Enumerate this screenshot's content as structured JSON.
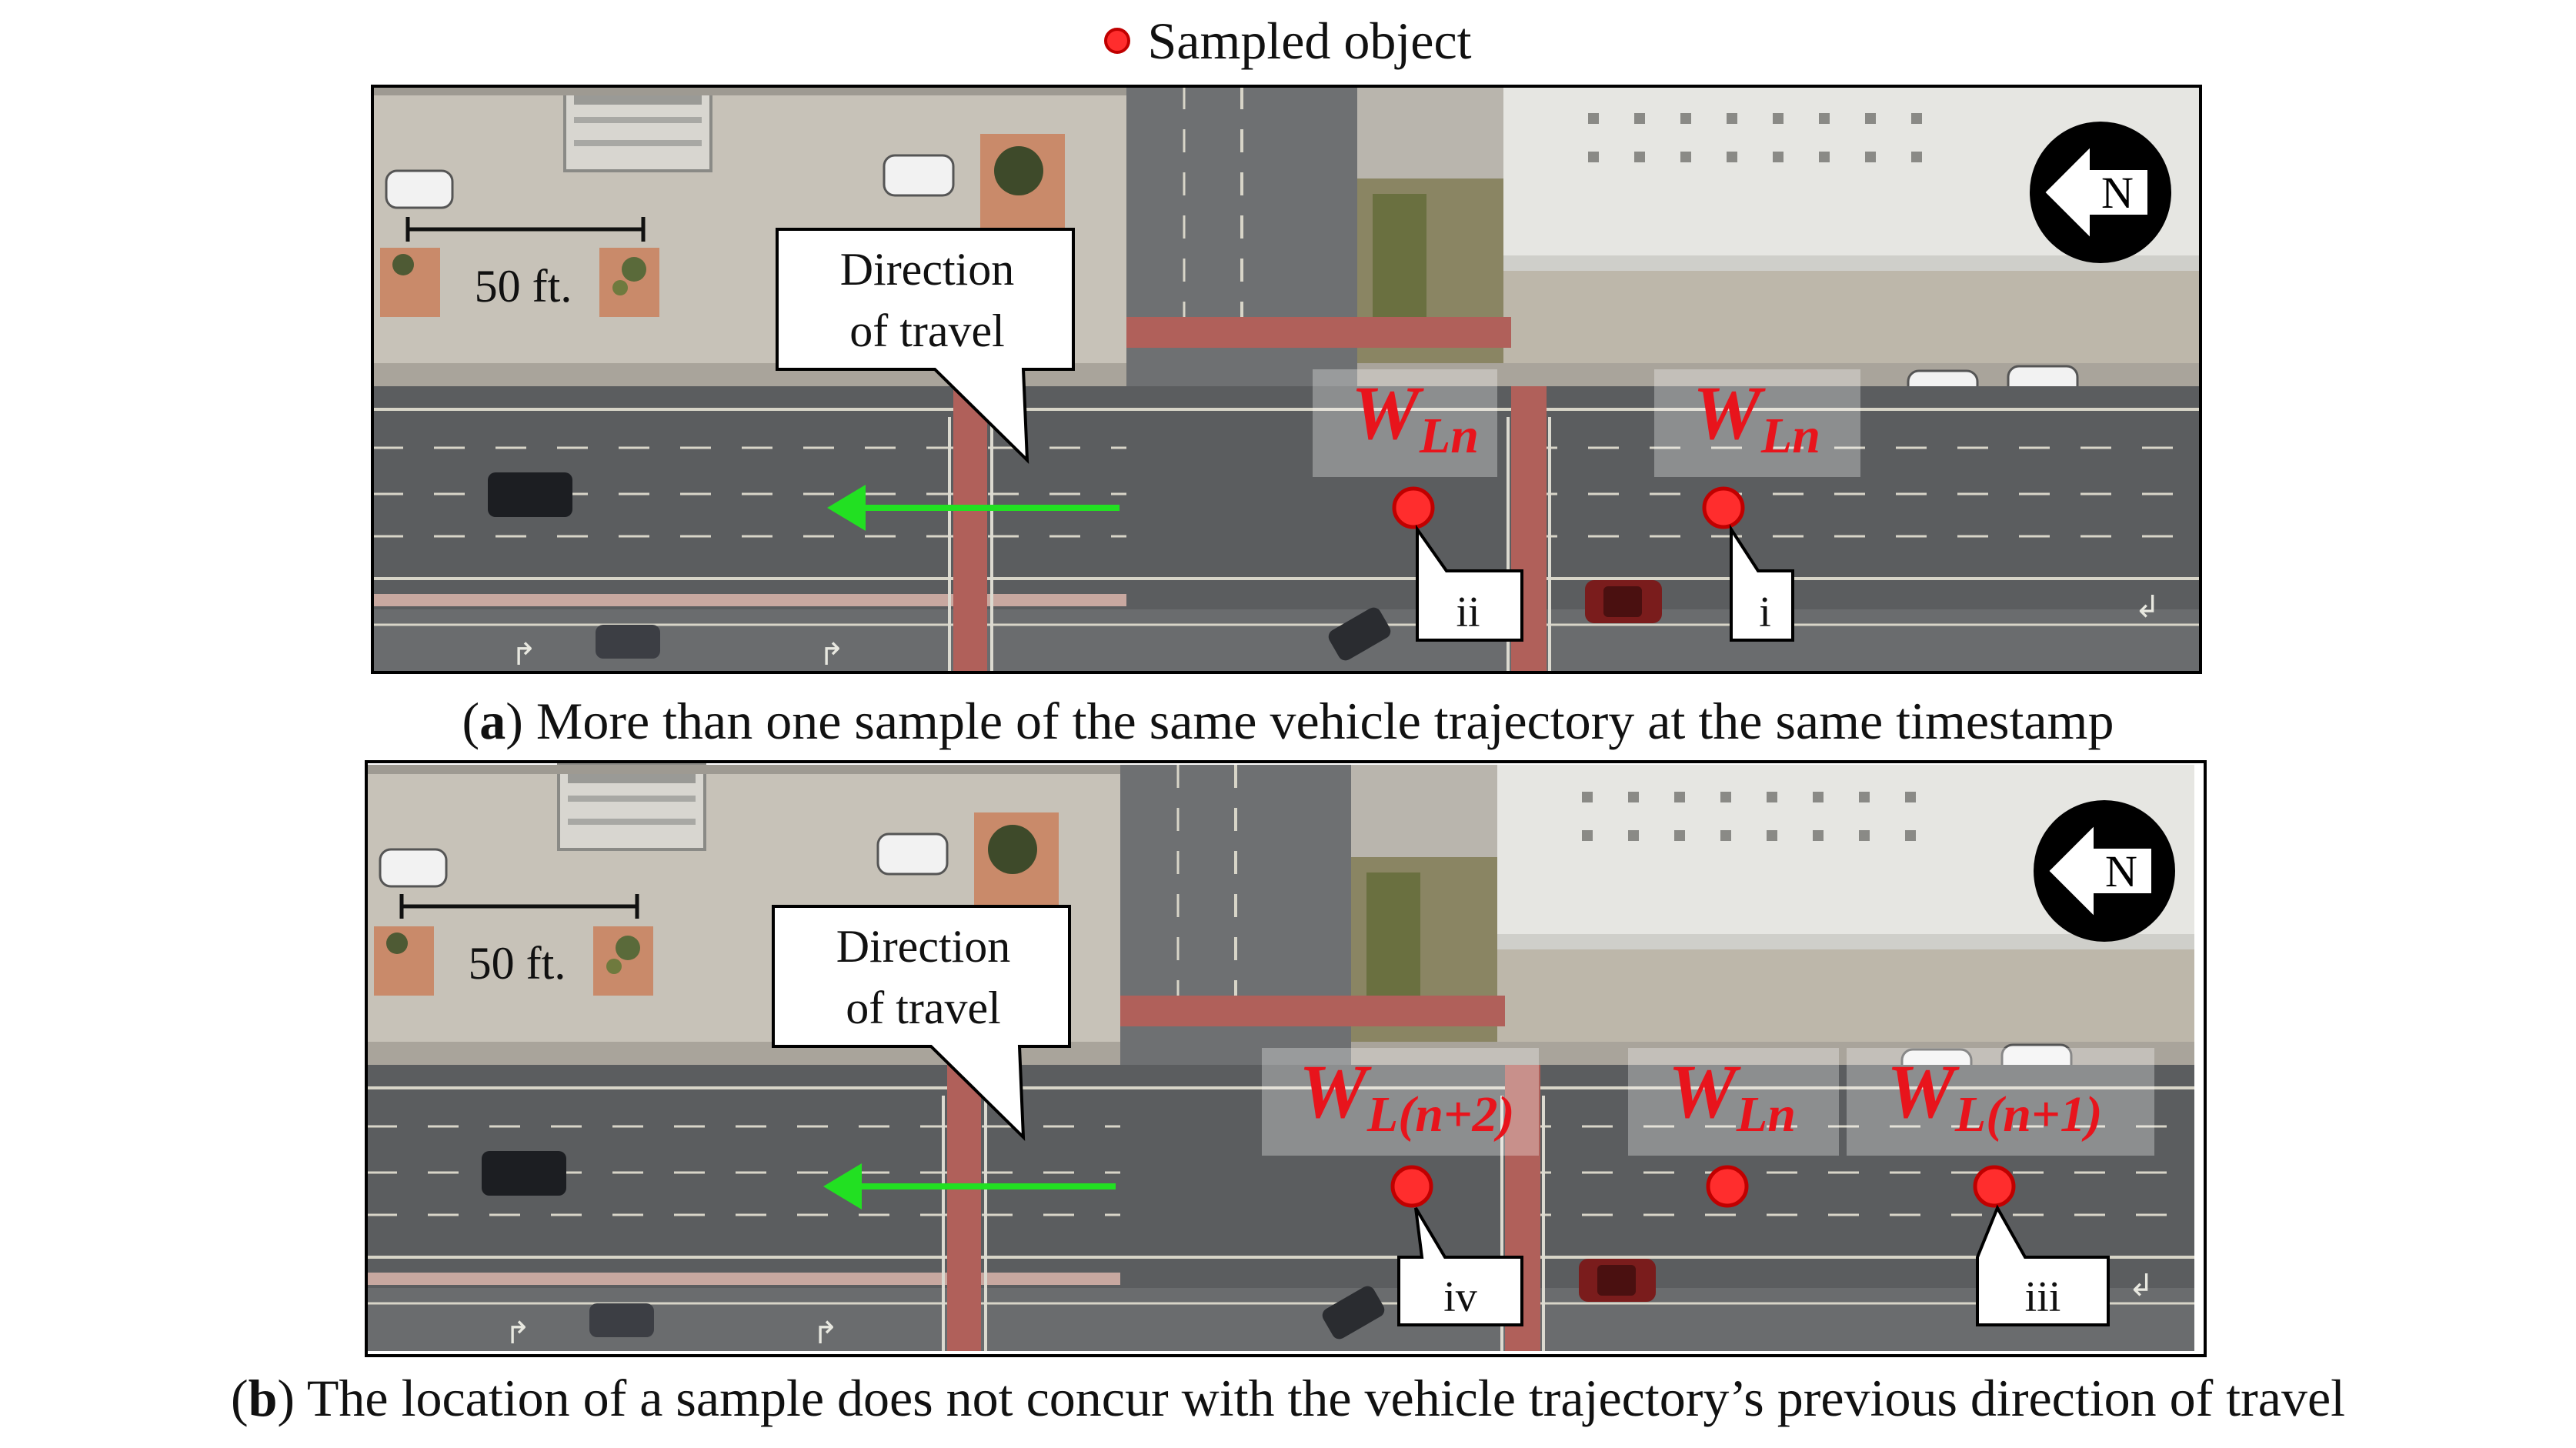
{
  "legend": {
    "label": "Sampled object"
  },
  "colors": {
    "sample": "#ff2d2d",
    "label": "#e8141c",
    "arrow": "#22e022",
    "asphalt": "#5b5d5f"
  },
  "panel_a": {
    "scale_label": "50 ft.",
    "direction_line1": "Direction",
    "direction_line2": "of travel",
    "north": "N",
    "labels": [
      {
        "main": "W",
        "sub": "Ln"
      },
      {
        "main": "W",
        "sub": "Ln"
      }
    ],
    "markers": [
      "ii",
      "i"
    ],
    "caption_letter": "a",
    "caption_text": "More than one sample of the same vehicle trajectory at the same timestamp"
  },
  "panel_b": {
    "scale_label": "50 ft.",
    "direction_line1": "Direction",
    "direction_line2": "of travel",
    "north": "N",
    "labels": [
      {
        "main": "W",
        "sub": "L(n+2)"
      },
      {
        "main": "W",
        "sub": "Ln"
      },
      {
        "main": "W",
        "sub": "L(n+1)"
      }
    ],
    "markers": [
      "iv",
      "iii"
    ],
    "caption_letter": "b",
    "caption_text": "The location of a sample does not concur with the vehicle trajectory’s previous direction of travel"
  }
}
